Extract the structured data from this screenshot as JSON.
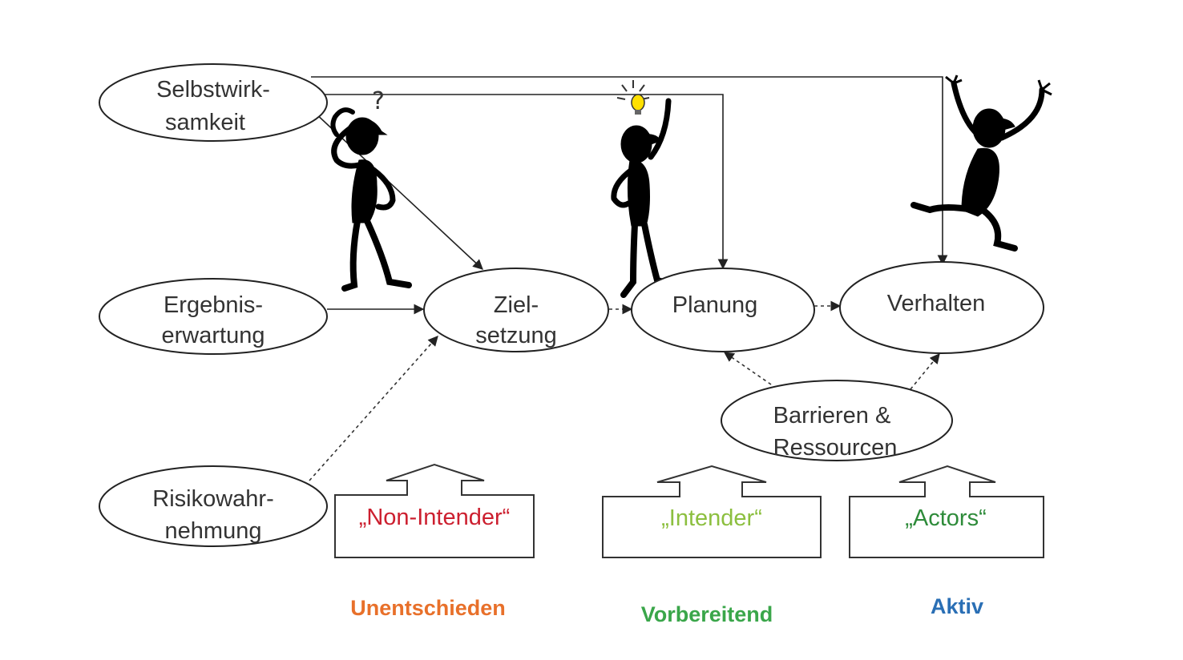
{
  "nodes": {
    "selbstwirksamkeit": [
      "Selbstwirk-",
      "samkeit"
    ],
    "ergebniserwartung": [
      "Ergebnis-",
      "erwartung"
    ],
    "risikowahrnehmung": [
      "Risikowahr-",
      "nehmung"
    ],
    "zielsetzung": [
      "Ziel-",
      "setzung"
    ],
    "planung": [
      "Planung"
    ],
    "verhalten": [
      "Verhalten"
    ],
    "barrieren": [
      "Barrieren &",
      "Ressourcen"
    ]
  },
  "boxes": [
    {
      "label": "„Non-Intender“",
      "color": "#cc1f2f"
    },
    {
      "label": "„Intender“",
      "color": "#8cbf3f"
    },
    {
      "label": "„Actors“",
      "color": "#2e8b3a"
    }
  ],
  "stages": [
    {
      "label": "Unentschieden",
      "color": "#e8702a"
    },
    {
      "label": "Vorbereitend",
      "color": "#3aa64a"
    },
    {
      "label": "Aktiv",
      "color": "#2a6fb5"
    }
  ],
  "icons": {
    "question": "?",
    "bulb_color": "#ffe000"
  }
}
